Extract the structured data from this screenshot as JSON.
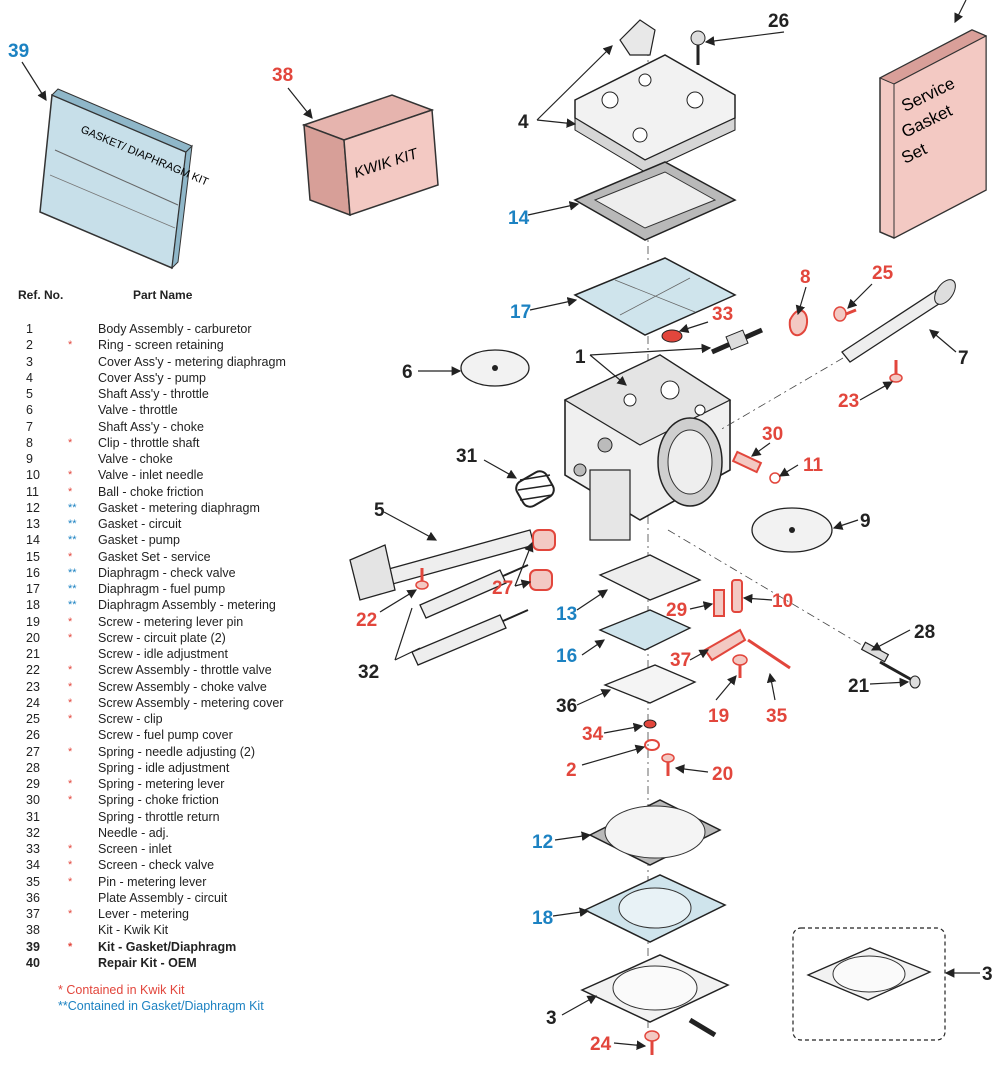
{
  "kits": {
    "gasket_diaphragm": "GASKET/ DIAPHRAGM KIT",
    "kwik": "KWIK KIT",
    "service": [
      "Service",
      "Gasket",
      "Set"
    ]
  },
  "legend": {
    "header_ref": "Ref. No.",
    "header_name": "Part Name",
    "parts": [
      {
        "ref": "1",
        "mark": "",
        "name": "Body Assembly - carburetor"
      },
      {
        "ref": "2",
        "mark": "*",
        "name": "Ring - screen retaining"
      },
      {
        "ref": "3",
        "mark": "",
        "name": "Cover Ass'y - metering diaphragm"
      },
      {
        "ref": "4",
        "mark": "",
        "name": "Cover Ass'y  - pump"
      },
      {
        "ref": "5",
        "mark": "",
        "name": "Shaft Ass'y  - throttle"
      },
      {
        "ref": "6",
        "mark": "",
        "name": "Valve - throttle"
      },
      {
        "ref": "7",
        "mark": "",
        "name": "Shaft Ass'y  - choke"
      },
      {
        "ref": "8",
        "mark": "*",
        "name": "Clip - throttle shaft"
      },
      {
        "ref": "9",
        "mark": "",
        "name": "Valve - choke"
      },
      {
        "ref": "10",
        "mark": "*",
        "name": "Valve - inlet needle"
      },
      {
        "ref": "11",
        "mark": "*",
        "name": "Ball - choke friction"
      },
      {
        "ref": "12",
        "mark": "**",
        "name": "Gasket - metering diaphragm"
      },
      {
        "ref": "13",
        "mark": "**",
        "name": "Gasket - circuit"
      },
      {
        "ref": "14",
        "mark": "**",
        "name": "Gasket - pump"
      },
      {
        "ref": "15",
        "mark": "*",
        "name": "Gasket Set - service"
      },
      {
        "ref": "16",
        "mark": "**",
        "name": "Diaphragm - check valve"
      },
      {
        "ref": "17",
        "mark": "**",
        "name": "Diaphragm - fuel pump"
      },
      {
        "ref": "18",
        "mark": "**",
        "name": "Diaphragm Assembly - metering"
      },
      {
        "ref": "19",
        "mark": "*",
        "name": "Screw - metering lever pin"
      },
      {
        "ref": "20",
        "mark": "*",
        "name": "Screw - circuit plate (2)"
      },
      {
        "ref": "21",
        "mark": "",
        "name": "Screw - idle adjustment"
      },
      {
        "ref": "22",
        "mark": "*",
        "name": "Screw Assembly - throttle valve"
      },
      {
        "ref": "23",
        "mark": "*",
        "name": "Screw Assembly - choke valve"
      },
      {
        "ref": "24",
        "mark": "*",
        "name": "Screw Assembly - metering cover"
      },
      {
        "ref": "25",
        "mark": "*",
        "name": "Screw - clip"
      },
      {
        "ref": "26",
        "mark": "",
        "name": "Screw - fuel pump cover"
      },
      {
        "ref": "27",
        "mark": "*",
        "name": "Spring - needle adjusting (2)"
      },
      {
        "ref": "28",
        "mark": "",
        "name": "Spring - idle adjustment"
      },
      {
        "ref": "29",
        "mark": "*",
        "name": "Spring - metering lever"
      },
      {
        "ref": "30",
        "mark": "*",
        "name": "Spring - choke friction"
      },
      {
        "ref": "31",
        "mark": "",
        "name": "Spring - throttle return"
      },
      {
        "ref": "32",
        "mark": "",
        "name": "Needle - adj."
      },
      {
        "ref": "33",
        "mark": "*",
        "name": "Screen - inlet"
      },
      {
        "ref": "34",
        "mark": "*",
        "name": "Screen - check valve"
      },
      {
        "ref": "35",
        "mark": "*",
        "name": "Pin - metering lever"
      },
      {
        "ref": "36",
        "mark": "",
        "name": "Plate Assembly - circuit"
      },
      {
        "ref": "37",
        "mark": "*",
        "name": "Lever - metering"
      },
      {
        "ref": "38",
        "mark": "",
        "name": "Kit - Kwik Kit"
      },
      {
        "ref": "39",
        "mark": "*",
        "name": "Kit - Gasket/Diaphragm",
        "bold": true
      },
      {
        "ref": "40",
        "mark": "",
        "name": "Repair Kit - OEM",
        "bold": true
      }
    ],
    "note_kwik": "* Contained in Kwik Kit",
    "note_gasket": "**Contained in Gasket/Diaphragm Kit"
  },
  "callouts": {
    "c1": "1",
    "c2": "2",
    "c3a": "3",
    "c3b": "3",
    "c4": "4",
    "c5": "5",
    "c6": "6",
    "c7": "7",
    "c8": "8",
    "c9": "9",
    "c10": "10",
    "c11": "11",
    "c12": "12",
    "c13": "13",
    "c14": "14",
    "c16": "16",
    "c17": "17",
    "c18": "18",
    "c19": "19",
    "c20": "20",
    "c21": "21",
    "c22": "22",
    "c23": "23",
    "c24": "24",
    "c25": "25",
    "c26": "26",
    "c27": "27",
    "c28": "28",
    "c29": "29",
    "c30": "30",
    "c31": "31",
    "c32": "32",
    "c33": "33",
    "c34": "34",
    "c35": "35",
    "c36": "36",
    "c37": "37",
    "c38": "38",
    "c39": "39"
  },
  "colors": {
    "red": "#e2463c",
    "blue": "#1c82c2",
    "kit_pink": "#f3c9c3",
    "kit_blue": "#c7dfe9"
  }
}
